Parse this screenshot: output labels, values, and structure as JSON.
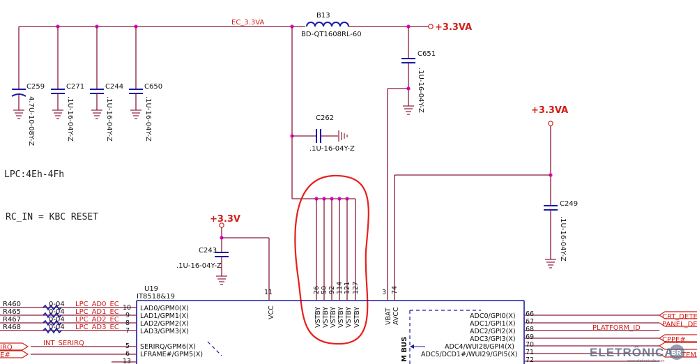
{
  "nets": {
    "ec_33va": "EC_3.3VA",
    "p33va_top": "+3.3VA",
    "p33va_right": "+3.3VA",
    "p33v": "+3.3V"
  },
  "inductor": {
    "ref": "B13",
    "value": "BD-QT1608RL-60"
  },
  "capacitors": [
    {
      "ref": "C259",
      "value": "4.7U-10-08Y-Z"
    },
    {
      "ref": "C271",
      "value": ".1U-16-04Y-Z"
    },
    {
      "ref": "C244",
      "value": ".1U-16-04Y-Z"
    },
    {
      "ref": "C650",
      "value": ".1U-16-04Y-Z"
    },
    {
      "ref": "C651",
      "value": ".1U-16-04Y-Z"
    },
    {
      "ref": "C262",
      "value": ".1U-16-04Y-Z"
    },
    {
      "ref": "C249",
      "value": ".1U-16-04Y-Z"
    },
    {
      "ref": "C243",
      "value": ".1U-16-04Y-Z"
    }
  ],
  "notes": {
    "lpc": "LPC:4Eh-4Fh",
    "rc_in": "RC_IN = KBC RESET"
  },
  "ic": {
    "ref": "U19",
    "part": "IT8518&19",
    "top_pins": [
      {
        "num": "11",
        "name": "VCC"
      },
      {
        "num": "26",
        "name": "VSTBY"
      },
      {
        "num": "50",
        "name": "VSTBY"
      },
      {
        "num": "92",
        "name": "VSTBY"
      },
      {
        "num": "114",
        "name": "VSTBY"
      },
      {
        "num": "121",
        "name": "VSTBY"
      },
      {
        "num": "127",
        "name": "VSTBY"
      },
      {
        "num": "3",
        "name": "VBAT"
      },
      {
        "num": "74",
        "name": "AVCC"
      }
    ],
    "left_pins": [
      {
        "num": "10",
        "name": "LAD0/GPM0(X)"
      },
      {
        "num": "9",
        "name": "LAD1/GPM1(X)"
      },
      {
        "num": "8",
        "name": "LAD2/GPM2(X)"
      },
      {
        "num": "7",
        "name": "LAD3/GPM3(X)"
      },
      {
        "num": "5",
        "name": "SERIRQ/GPM6(X)"
      },
      {
        "num": "6",
        "name": "LFRAME#/GPM5(X)"
      },
      {
        "num": "13",
        "name": ""
      }
    ],
    "right_pins": [
      {
        "num": "66",
        "name": "ADC0/GPI0(X)"
      },
      {
        "num": "67",
        "name": "ADC1/GPI1(X)"
      },
      {
        "num": "68",
        "name": "ADC2/GPI2(X)"
      },
      {
        "num": "69",
        "name": "ADC3/GPI3(X)"
      },
      {
        "num": "70",
        "name": "ADC4/WUI28/GPI4(X)"
      },
      {
        "num": "71",
        "name": "ADC5/DCD1#/WUI29/GPI5(X)"
      },
      {
        "num": "72",
        "name": ""
      }
    ],
    "bus_label": "M BUS"
  },
  "resistors": [
    {
      "ref": "R460",
      "value": "0-04",
      "net": "LPC_AD0_EC"
    },
    {
      "ref": "R465",
      "value": "0-04",
      "net": "LPC_AD1_EC"
    },
    {
      "ref": "R467",
      "value": "0-04",
      "net": "LPC_AD2_EC"
    },
    {
      "ref": "R468",
      "value": "0-04",
      "net": "LPC_AD3_EC"
    }
  ],
  "left_offpage": [
    {
      "label": "IRQ",
      "net": "INT_SERIRQ"
    },
    {
      "label": "E#",
      "net": ""
    }
  ],
  "right_offpage": [
    {
      "label": "CRT_DETE",
      "net": ""
    },
    {
      "label": "PANEL_DE",
      "net": ""
    },
    {
      "label": "",
      "net": "PLATFORM_ID"
    },
    {
      "label": "CPPE#",
      "net": ""
    },
    {
      "label": "",
      "net": ""
    },
    {
      "label": "",
      "net": ""
    },
    {
      "label": "TEM",
      "net": ""
    }
  ],
  "watermark": {
    "brand": "ELETRÔNICA",
    "sub": "www.eletronicabr.com",
    "badge": "BR"
  }
}
